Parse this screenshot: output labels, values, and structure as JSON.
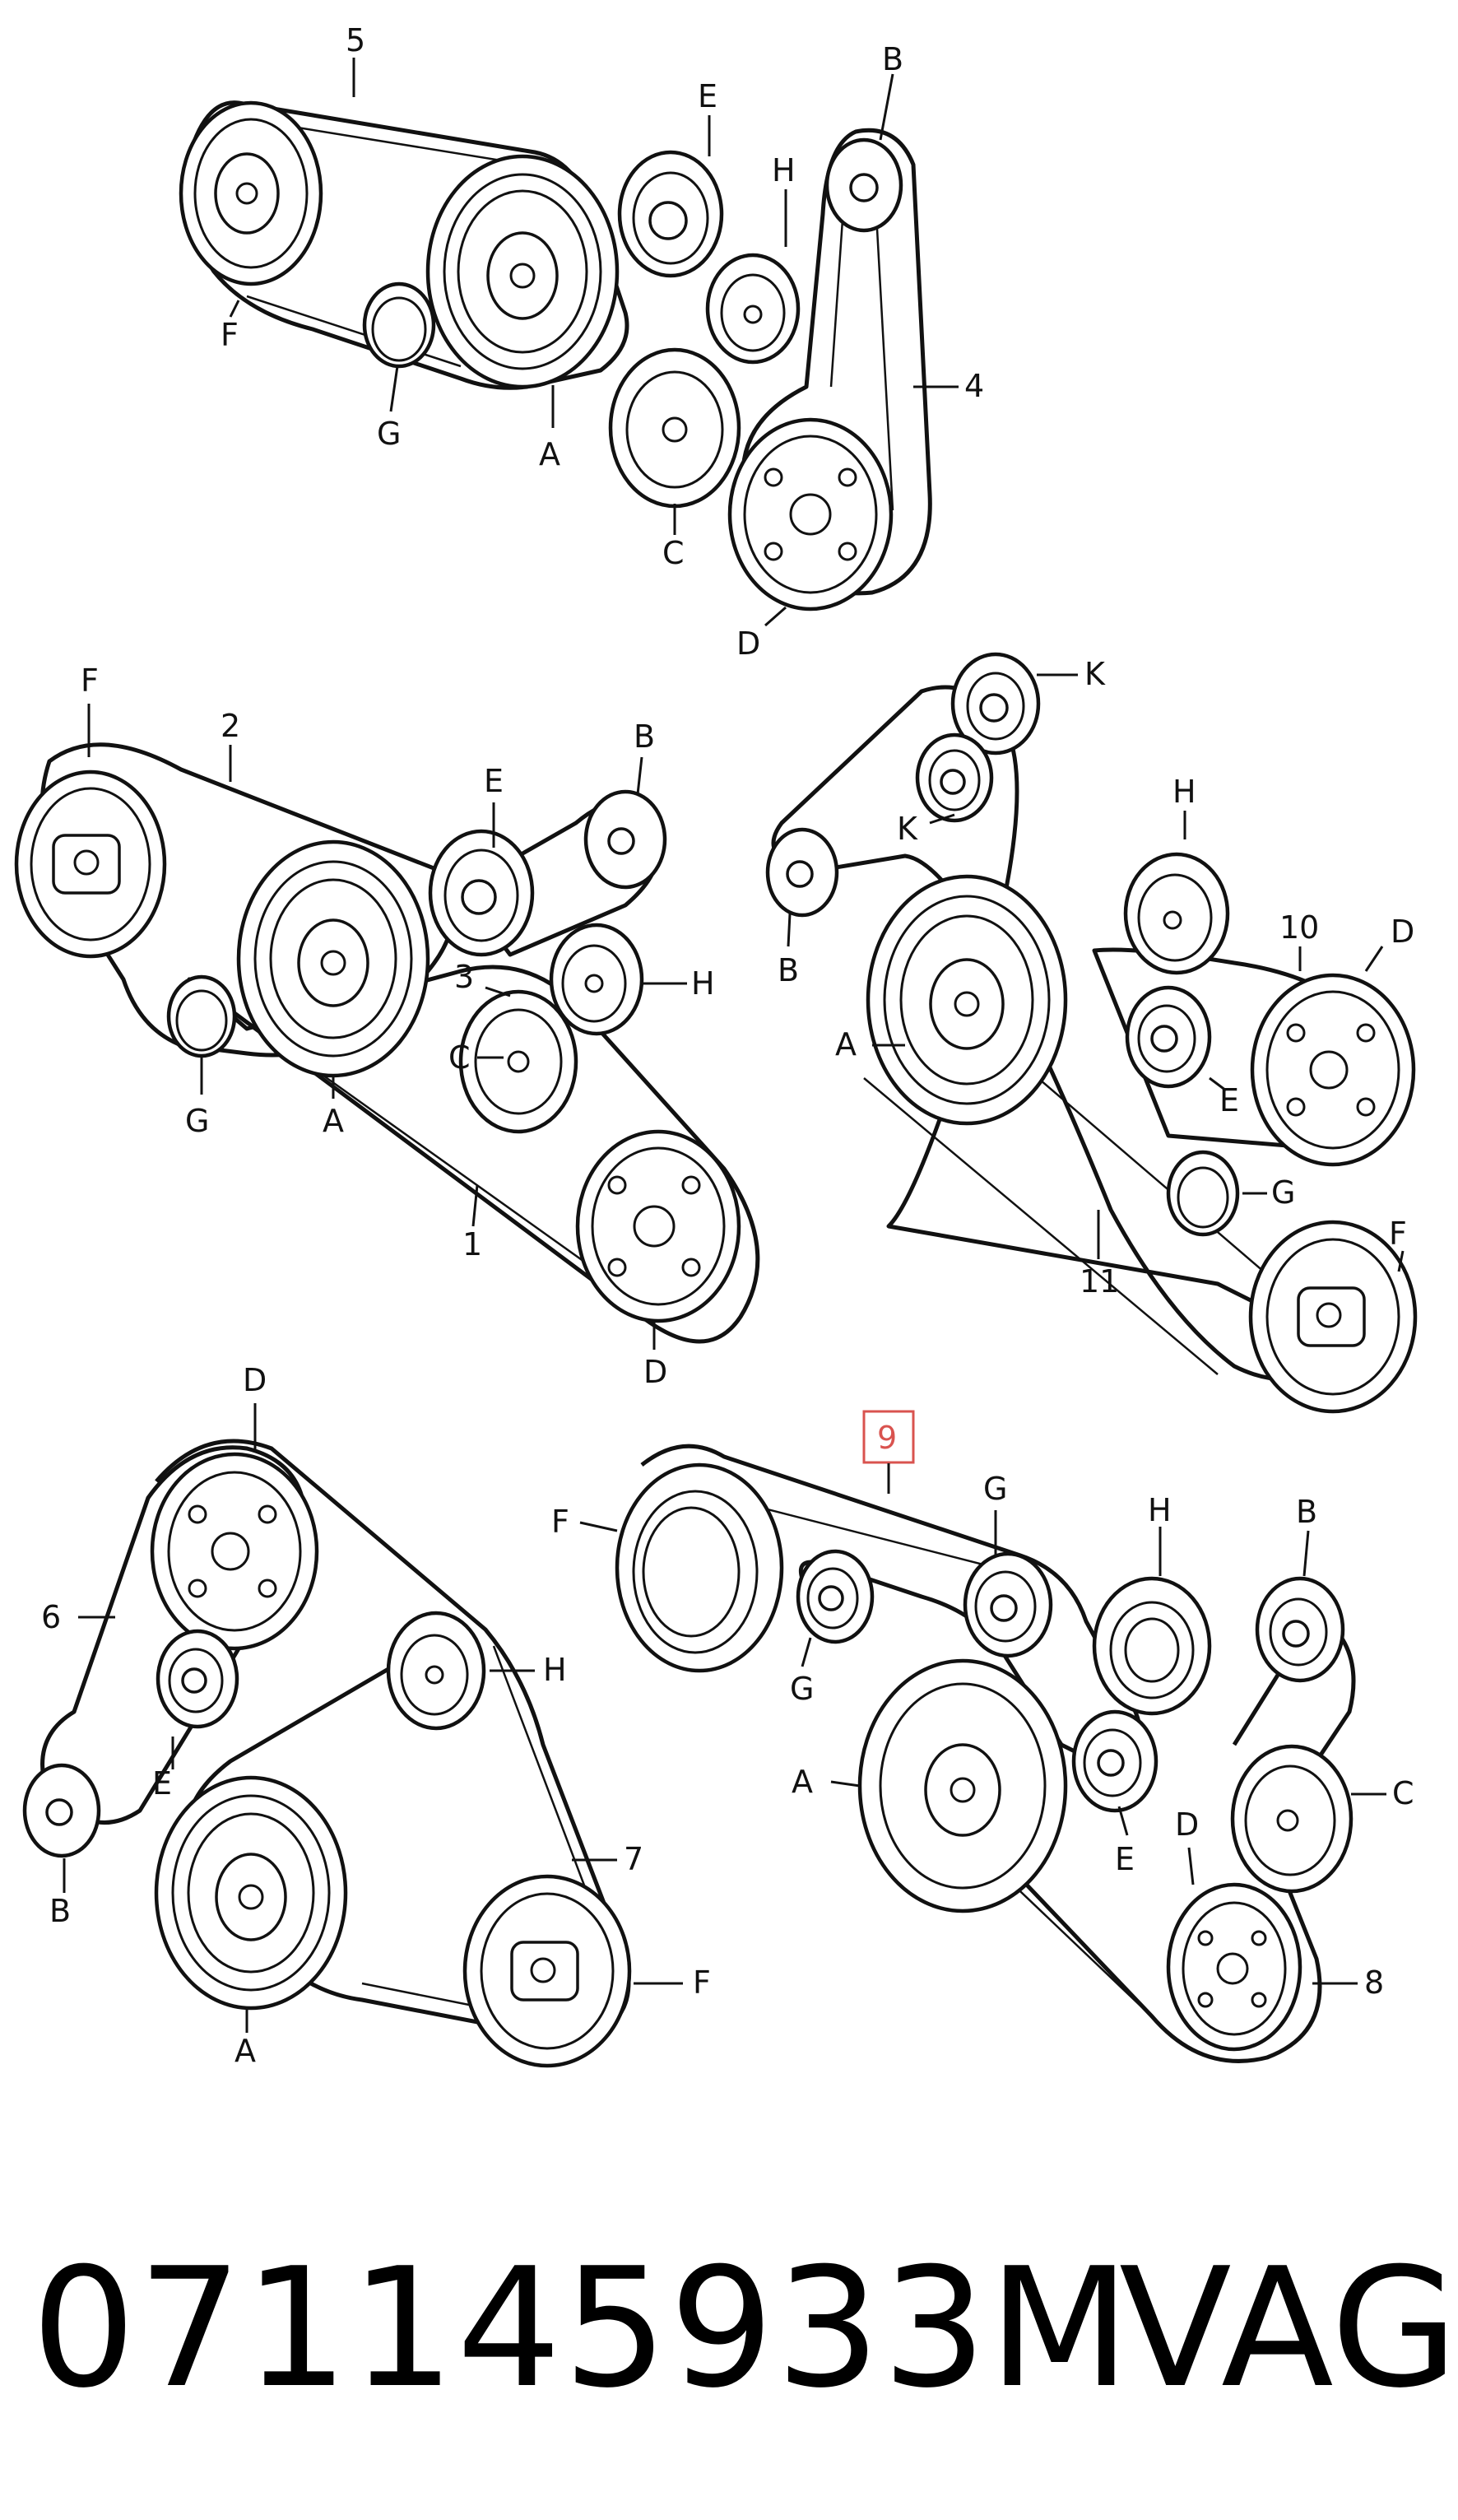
{
  "diagrams": [
    {
      "id": "top",
      "labels": {
        "belt": "5",
        "belt2": "4",
        "A": "A",
        "B": "B",
        "C": "C",
        "D": "D",
        "E": "E",
        "F": "F",
        "G": "G",
        "H": "H"
      }
    },
    {
      "id": "middle-left",
      "labels": {
        "belt": "2",
        "belt2": "1",
        "belt3": "3",
        "A": "A",
        "B": "B",
        "C": "C",
        "D": "D",
        "E": "E",
        "F": "F",
        "G": "G",
        "H": "H"
      }
    },
    {
      "id": "middle-right",
      "labels": {
        "belt": "10",
        "belt2": "11",
        "K": "K",
        "K2": "K",
        "A": "A",
        "B": "B",
        "D": "D",
        "E": "E",
        "F": "F",
        "G": "G",
        "H": "H"
      }
    },
    {
      "id": "bottom-left",
      "labels": {
        "belt": "6",
        "belt2": "7",
        "A": "A",
        "B": "B",
        "D": "D",
        "E": "E",
        "F": "F",
        "H": "H"
      }
    },
    {
      "id": "bottom-right",
      "labels": {
        "belt": "9",
        "belt2": "8",
        "A": "A",
        "B": "B",
        "C": "C",
        "D": "D",
        "E": "E",
        "F": "F",
        "G": "G",
        "G2": "G",
        "H": "H"
      }
    }
  ],
  "highlight": {
    "label": "9",
    "color": "#d9534f"
  },
  "caption": {
    "part_number": "071145933M",
    "brand": "VAG"
  }
}
